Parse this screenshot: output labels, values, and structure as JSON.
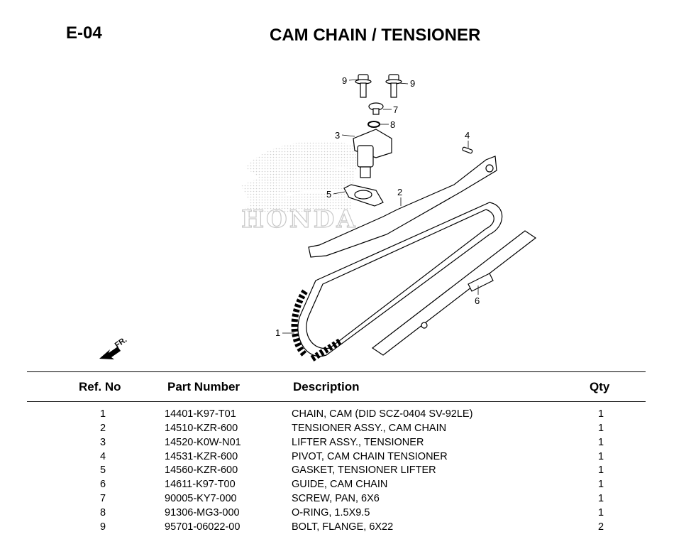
{
  "header": {
    "code": "E-04",
    "title": "CAM CHAIN / TENSIONER"
  },
  "diagram": {
    "watermark": "HONDA",
    "front_marker": "FR.",
    "callouts": [
      "1",
      "2",
      "3",
      "4",
      "5",
      "6",
      "7",
      "8",
      "9",
      "9"
    ]
  },
  "table": {
    "columns": [
      "Ref. No",
      "Part Number",
      "Description",
      "Qty"
    ],
    "rows": [
      {
        "ref": "1",
        "part_number": "14401-K97-T01",
        "description": "CHAIN, CAM (DID SCZ-0404 SV-92LE)",
        "qty": "1"
      },
      {
        "ref": "2",
        "part_number": "14510-KZR-600",
        "description": "TENSIONER ASSY., CAM CHAIN",
        "qty": "1"
      },
      {
        "ref": "3",
        "part_number": "14520-K0W-N01",
        "description": "LIFTER ASSY., TENSIONER",
        "qty": "1"
      },
      {
        "ref": "4",
        "part_number": "14531-KZR-600",
        "description": "PIVOT, CAM CHAIN TENSIONER",
        "qty": "1"
      },
      {
        "ref": "5",
        "part_number": "14560-KZR-600",
        "description": "GASKET, TENSIONER LIFTER",
        "qty": "1"
      },
      {
        "ref": "6",
        "part_number": "14611-K97-T00",
        "description": "GUIDE, CAM CHAIN",
        "qty": "1"
      },
      {
        "ref": "7",
        "part_number": "90005-KY7-000",
        "description": "SCREW, PAN, 6X6",
        "qty": "1"
      },
      {
        "ref": "8",
        "part_number": "91306-MG3-000",
        "description": "O-RING, 1.5X9.5",
        "qty": "1"
      },
      {
        "ref": "9",
        "part_number": "95701-06022-00",
        "description": "BOLT, FLANGE, 6X22",
        "qty": "2"
      }
    ]
  }
}
